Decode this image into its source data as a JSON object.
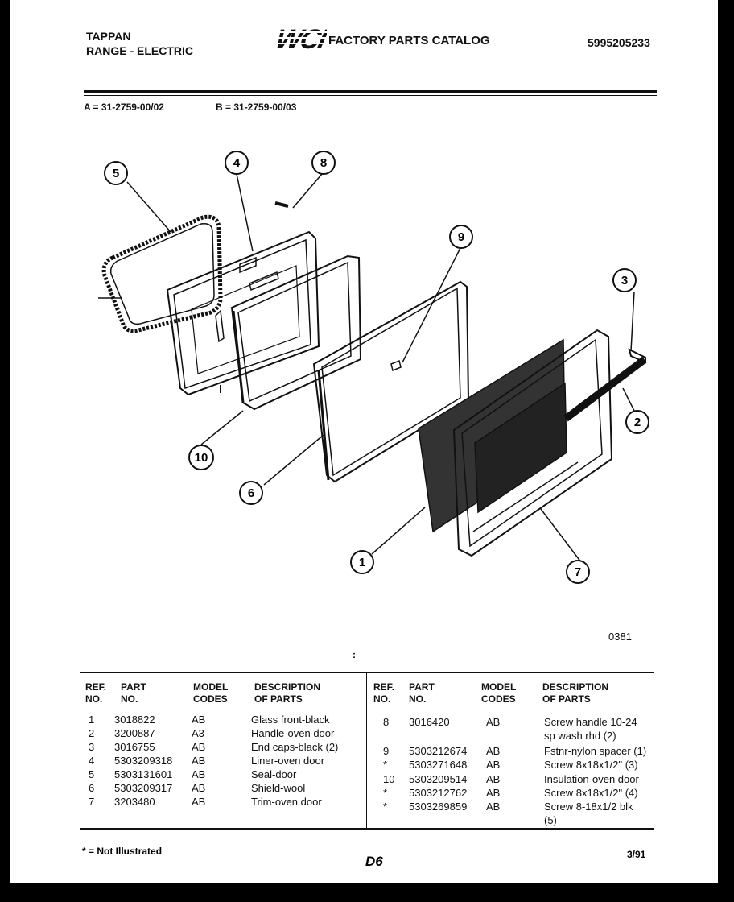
{
  "header": {
    "brand": "TAPPAN",
    "product": "RANGE - ELECTRIC",
    "logo_text": "WCI",
    "catalog_title": "FACTORY PARTS CATALOG",
    "catalog_number": "5995205233"
  },
  "models": {
    "a": "A = 31-2759-00/02",
    "b": "B = 31-2759-00/03"
  },
  "callouts": [
    "1",
    "2",
    "3",
    "4",
    "5",
    "6",
    "7",
    "8",
    "9",
    "10"
  ],
  "figure_code": "0381",
  "table": {
    "headers": {
      "ref_1": "REF.",
      "ref_2": "NO.",
      "part_1": "PART",
      "part_2": "NO.",
      "model_1": "MODEL",
      "model_2": "CODES",
      "desc_1": "DESCRIPTION",
      "desc_2": "OF PARTS"
    },
    "left_rows": [
      {
        "ref": "1",
        "part": "3018822",
        "code": "AB",
        "desc": "Glass front-black"
      },
      {
        "ref": "2",
        "part": "3200887",
        "code": "A3",
        "desc": "Handle-oven door"
      },
      {
        "ref": "3",
        "part": "3016755",
        "code": "AB",
        "desc": "End caps-black (2)"
      },
      {
        "ref": "4",
        "part": "5303209318",
        "code": "AB",
        "desc": "Liner-oven door"
      },
      {
        "ref": "5",
        "part": "5303131601",
        "code": "AB",
        "desc": "Seal-door"
      },
      {
        "ref": "6",
        "part": "5303209317",
        "code": "AB",
        "desc": "Shield-wool"
      },
      {
        "ref": "7",
        "part": "3203480",
        "code": "AB",
        "desc": "Trim-oven door"
      }
    ],
    "right_rows": [
      {
        "ref": "8",
        "part": "3016420",
        "code": "AB",
        "desc": "Screw handle 10-24"
      },
      {
        "ref": "",
        "part": "",
        "code": "",
        "desc": "sp wash rhd (2)"
      },
      {
        "ref": "9",
        "part": "5303212674",
        "code": "AB",
        "desc": "Fstnr-nylon spacer (1)"
      },
      {
        "ref": "*",
        "part": "5303271648",
        "code": "AB",
        "desc": "Screw 8x18x1/2\" (3)"
      },
      {
        "ref": "10",
        "part": "5303209514",
        "code": "AB",
        "desc": "Insulation-oven door"
      },
      {
        "ref": "*",
        "part": "5303212762",
        "code": "AB",
        "desc": "Screw 8x18x1/2\" (4)"
      },
      {
        "ref": "*",
        "part": "5303269859",
        "code": "AB",
        "desc": "Screw 8-18x1/2 blk"
      },
      {
        "ref": "",
        "part": "",
        "code": "",
        "desc": "(5)"
      }
    ]
  },
  "footer": {
    "note": "* = Not Illustrated",
    "page_code": "D6",
    "date": "3/91"
  }
}
